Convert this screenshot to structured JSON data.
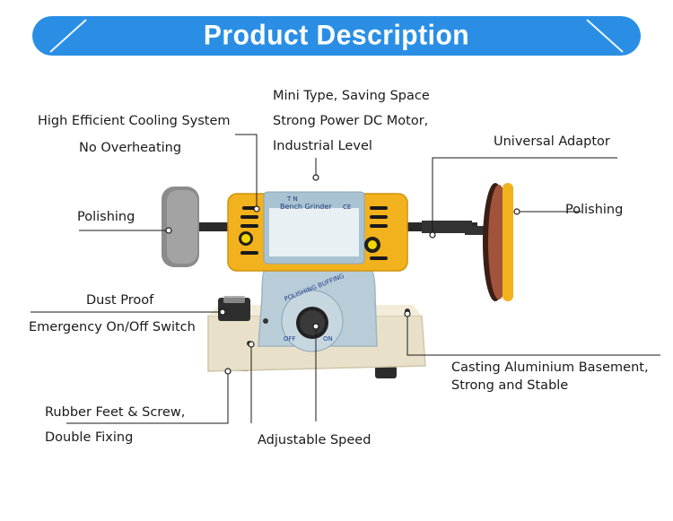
{
  "header": {
    "title": "Product Description"
  },
  "colors": {
    "banner": "#2a8fe4",
    "banner_edge": "#1f7ad0",
    "motor": "#f2b21d",
    "base": "#e8e0c8",
    "pedestal": "#b9cdd8"
  },
  "callouts": {
    "mini_type": [
      "Mini Type, Saving Space",
      "Strong Power DC Motor,",
      "Industrial Level"
    ],
    "cooling": [
      "High Efficient Cooling System",
      "No Overheating"
    ],
    "universal_adaptor": "Universal Adaptor",
    "polishing_left": "Polishing",
    "polishing_right": "Polishing",
    "dust_proof": "Dust Proof",
    "emergency_switch": "Emergency On/Off Switch",
    "casting_base": [
      "Casting Aluminium Basement,",
      "Strong and Stable"
    ],
    "rubber_feet": [
      "Rubber Feet & Screw,",
      "Double Fixing"
    ],
    "adjustable_speed": "Adjustable Speed"
  },
  "device_text": {
    "brand": "T N",
    "model": "Bench Grinder",
    "ce_mark": "CE",
    "dial_ring": "POLISHING BUFFING",
    "off": "OFF",
    "on": "ON"
  }
}
